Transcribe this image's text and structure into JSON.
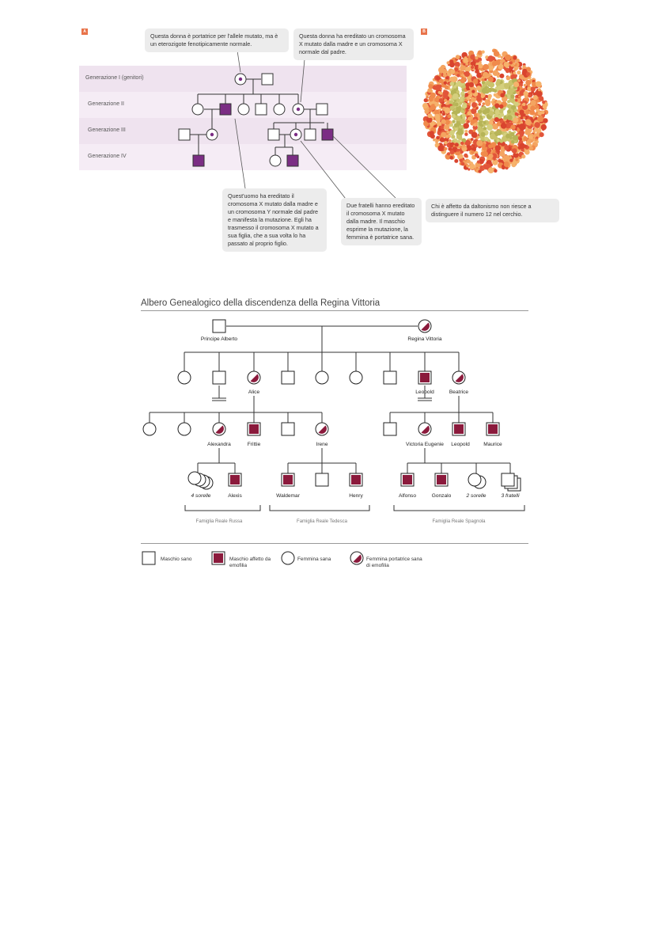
{
  "figure_a": {
    "badge": "A",
    "notes": {
      "carrier_mother": "Questa donna è portatrice per l'allele mutato, ma è un eterozigote fenotipicamente normale.",
      "daughter_inherited": "Questa donna ha ereditato un cromosoma X mutato dalla madre e un cromosoma X normale dal padre.",
      "affected_man": "Quest'uomo ha ereditato il cromosoma X mutato dalla madre e un cromosoma Y normale dal padre e manifesta la mutazione. Egli ha trasmesso il cromosoma X mutato a sua figlia, che a sua volta lo ha passato al proprio figlio.",
      "siblings": "Due fratelli hanno ereditato il cromosoma X mutato dalla madre. Il maschio esprime la mutazione, la femmina è portatrice sana."
    },
    "generations": [
      "Generazione I (genitori)",
      "Generazione II",
      "Generazione III",
      "Generazione IV"
    ],
    "colors": {
      "band": "#efe3ef",
      "affected": "#7b2d84",
      "carrier_dot": "#7b2d84"
    }
  },
  "figure_b": {
    "badge": "B",
    "caption": "Chi è affetto da daltonismo non riesce a distinguere il numero 12 nel cerchio.",
    "colors": {
      "dots": [
        "#e2553a",
        "#f08a4b",
        "#f4a460",
        "#d9442e",
        "#f6b26b"
      ],
      "hidden": [
        "#c9c36b",
        "#b6b457",
        "#d4cf7d"
      ]
    }
  },
  "tree": {
    "title": "Albero Genealogico della discendenza della Regina Vittoria",
    "labels": {
      "alberto": "Principe Alberto",
      "vittoria": "Regina Vittoria",
      "alice": "Alice",
      "leopold": "Leopold",
      "beatrice": "Beatrice",
      "alexandra": "Alexandra",
      "frittie": "Frittie",
      "irene": "Irene",
      "victoria_eugenie": "Victoria Eugenie",
      "leopold2": "Leopold",
      "maurice": "Maurice",
      "sorelle4": "4 sorelle",
      "alexis": "Alexis",
      "waldemar": "Waldemar",
      "henry": "Henry",
      "alfonso": "Alfonso",
      "gonzalo": "Gonzalo",
      "sorelle2": "2 sorelle",
      "fratelli3": "3 fratelli"
    },
    "families": {
      "russa": "Famiglia Reale Russa",
      "tedesca": "Famiglia Reale Tedesca",
      "spagnola": "Famiglia Reale Spagnola"
    },
    "legend": {
      "healthy_male": "Maschio sano",
      "affected_male": "Maschio affetto da emofilia",
      "healthy_female": "Femmina sana",
      "carrier_female": "Femmina portatrice sana di emofilia"
    },
    "colors": {
      "affected": "#8b1a3c",
      "line": "#333333"
    }
  }
}
